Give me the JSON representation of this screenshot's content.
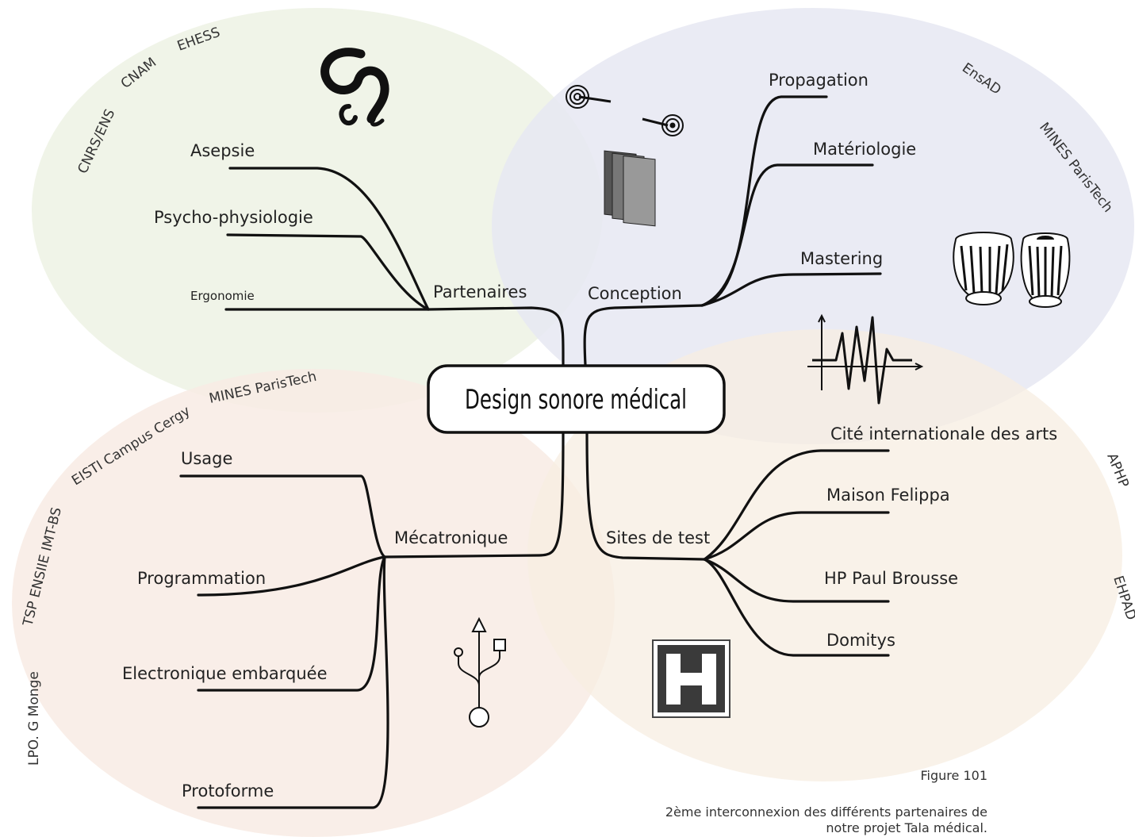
{
  "center": "Design sonore médical",
  "branches": {
    "partenaires": {
      "label": "Partenaires",
      "children": [
        "Asepsie",
        "Psycho-physiologie",
        "Ergonomie"
      ],
      "orgs": [
        "CNRS/ENS",
        "CNAM",
        "EHESS"
      ]
    },
    "conception": {
      "label": "Conception",
      "children": [
        "Propagation",
        "Matériologie",
        "Mastering"
      ],
      "orgs": [
        "EnsAD",
        "MINES ParisTech"
      ]
    },
    "mecatronique": {
      "label": "Mécatronique",
      "children": [
        "Usage",
        "Programmation",
        "Electronique embarquée",
        "Protoforme"
      ],
      "orgs": [
        "MINES ParisTech",
        "EISTI Campus Cergy",
        "TSP ENSIIE IMT-BS",
        "LPO. G Monge"
      ]
    },
    "sites": {
      "label": "Sites de test",
      "children": [
        "Cité internationale des arts",
        "Maison Felippa",
        "HP Paul Brousse",
        "Domitys"
      ],
      "orgs": [
        "APHP",
        "EHPAD"
      ]
    }
  },
  "colors": {
    "partenaires_zone": "#eef3e6",
    "conception_zone": "#e6e7f2",
    "mecatronique_zone": "#f8ebe4",
    "sites_zone": "#f7ede1",
    "lines": "#111111"
  },
  "icons": [
    "ear-icon",
    "sound-wave-panels-icon",
    "tabla-drums-icon",
    "waveform-icon",
    "usb-icon",
    "hospital-icon"
  ],
  "caption": {
    "figure": "Figure 101",
    "text_line1": "2ème interconnexion des différents partenaires de",
    "text_line2": "notre projet Tala médical."
  }
}
